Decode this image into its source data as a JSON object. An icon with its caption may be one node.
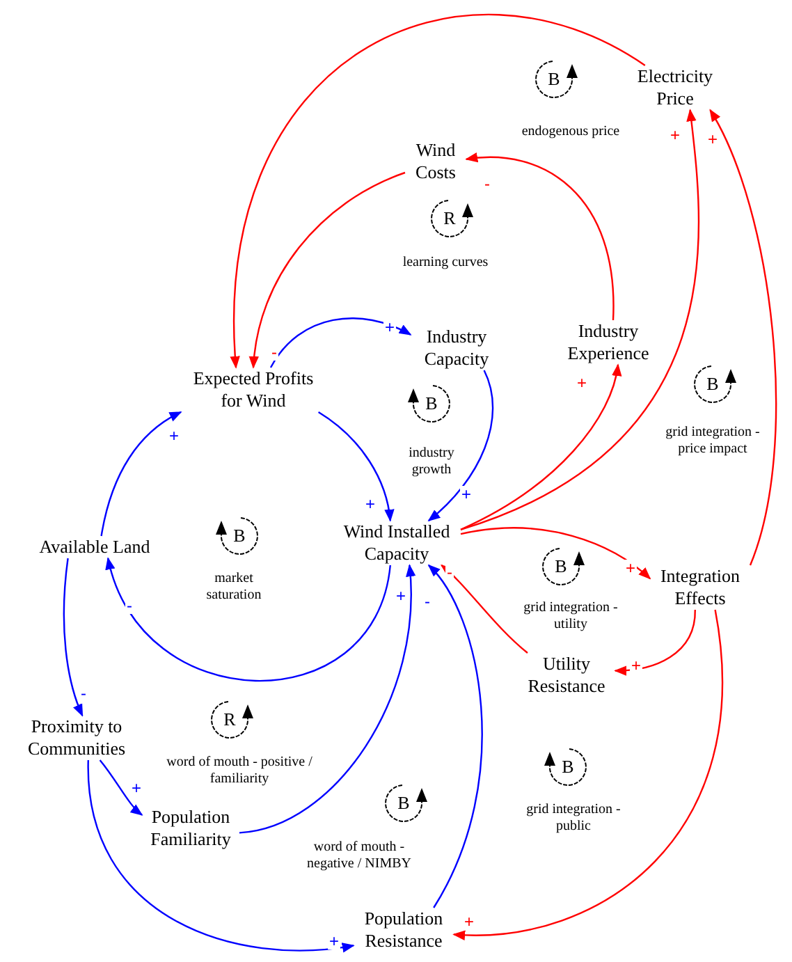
{
  "diagram": {
    "nodes": [
      {
        "text": [
          "Electricity Price"
        ]
      },
      {
        "text": [
          "Wind Costs"
        ]
      },
      {
        "text": [
          "Industry Capacity"
        ]
      },
      {
        "text": [
          "Expected Profits for Wind"
        ]
      },
      {
        "text": [
          "Industry Experience"
        ]
      },
      {
        "text": [
          "Available Land"
        ]
      },
      {
        "text": [
          "Wind Installed Capacity"
        ]
      },
      {
        "text": [
          "Integration Effects"
        ]
      },
      {
        "text": [
          "Utility Resistance"
        ]
      },
      {
        "text": [
          "Proximity to Communities"
        ]
      },
      {
        "text": [
          "Population Familiarity"
        ]
      },
      {
        "text": [
          "Population Resistance"
        ]
      }
    ],
    "edges": [
      {
        "from": 0,
        "to": 3,
        "arrow": "to",
        "color": "#ff0000"
      },
      {
        "from": 1,
        "to": 3,
        "arrow": "to",
        "label": "-",
        "color": "#ff0000"
      },
      {
        "from": 4,
        "to": 1,
        "arrow": "to",
        "label": "-",
        "color": "#ff0000"
      },
      {
        "from": 6,
        "to": 4,
        "arrow": "to",
        "label": "+",
        "color": "#ff0000"
      },
      {
        "from": 6,
        "to": 0,
        "arrow": "to",
        "label": "+",
        "color": "#ff0000"
      },
      {
        "from": 7,
        "to": 0,
        "arrow": "to",
        "label": "+",
        "color": "#ff0000"
      },
      {
        "from": 6,
        "to": 7,
        "arrow": "to",
        "label": "+",
        "color": "#ff0000"
      },
      {
        "from": 7,
        "to": 8,
        "arrow": "to",
        "label": "+",
        "color": "#ff0000"
      },
      {
        "from": 7,
        "to": 11,
        "arrow": "to",
        "label": "+",
        "color": "#ff0000"
      },
      {
        "from": 8,
        "to": 6,
        "arrow": "to",
        "label": "-",
        "color": "#ff0000"
      },
      {
        "from": 3,
        "to": 2,
        "arrow": "to",
        "label": "+",
        "color": "#0000ff"
      },
      {
        "from": 2,
        "to": 6,
        "arrow": "to",
        "label": "+",
        "color": "#0000ff"
      },
      {
        "from": 3,
        "to": 6,
        "arrow": "to",
        "label": "+",
        "color": "#0000ff"
      },
      {
        "from": 5,
        "to": 3,
        "arrow": "to",
        "label": "+",
        "color": "#0000ff"
      },
      {
        "from": 6,
        "to": 5,
        "arrow": "to",
        "label": "-",
        "color": "#0000ff"
      },
      {
        "from": 5,
        "to": 9,
        "arrow": "to",
        "label": "-",
        "color": "#0000ff"
      },
      {
        "from": 9,
        "to": 10,
        "arrow": "to",
        "label": "+",
        "color": "#0000ff"
      },
      {
        "from": 9,
        "to": 11,
        "arrow": "to",
        "label": "+",
        "color": "#0000ff"
      },
      {
        "from": 10,
        "to": 6,
        "arrow": "to",
        "label": "+",
        "color": "#0000ff"
      },
      {
        "from": 11,
        "to": 6,
        "arrow": "to",
        "label": "-",
        "color": "#0000ff"
      }
    ],
    "labels": [
      "B",
      "endogenous price",
      "R",
      "learning curves",
      "B",
      "grid integration - price impact",
      "B",
      "industry growth",
      "B",
      "market saturation",
      "B",
      "grid integration - utility",
      "R",
      "word of mouth - positive / familiarity",
      "B",
      "grid integration - public",
      "B",
      "word of mouth - negative / NIMBY"
    ]
  }
}
